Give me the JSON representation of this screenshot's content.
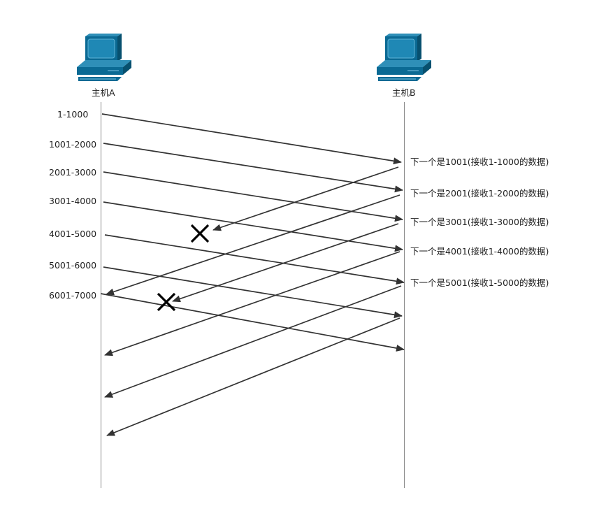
{
  "hosts": {
    "a": {
      "label": "主机A",
      "icon": "computer-icon"
    },
    "b": {
      "label": "主机B",
      "icon": "computer-icon"
    }
  },
  "colors": {
    "computer": "#0b6a94",
    "computer_dark": "#07506f",
    "line": "#333333",
    "timeline": "#888888"
  },
  "segments": [
    "1-1000",
    "1001-2000",
    "2001-3000",
    "3001-4000",
    "4001-5000",
    "5001-6000",
    "6001-7000"
  ],
  "acks": [
    "下一个是1001(接收1-1000的数据)",
    "下一个是2001(接收1-2000的数据)",
    "下一个是3001(接收1-3000的数据)",
    "下一个是4001(接收1-4000的数据)",
    "下一个是5001(接收1-5000的数据)"
  ],
  "lost_ack_marks": 2
}
